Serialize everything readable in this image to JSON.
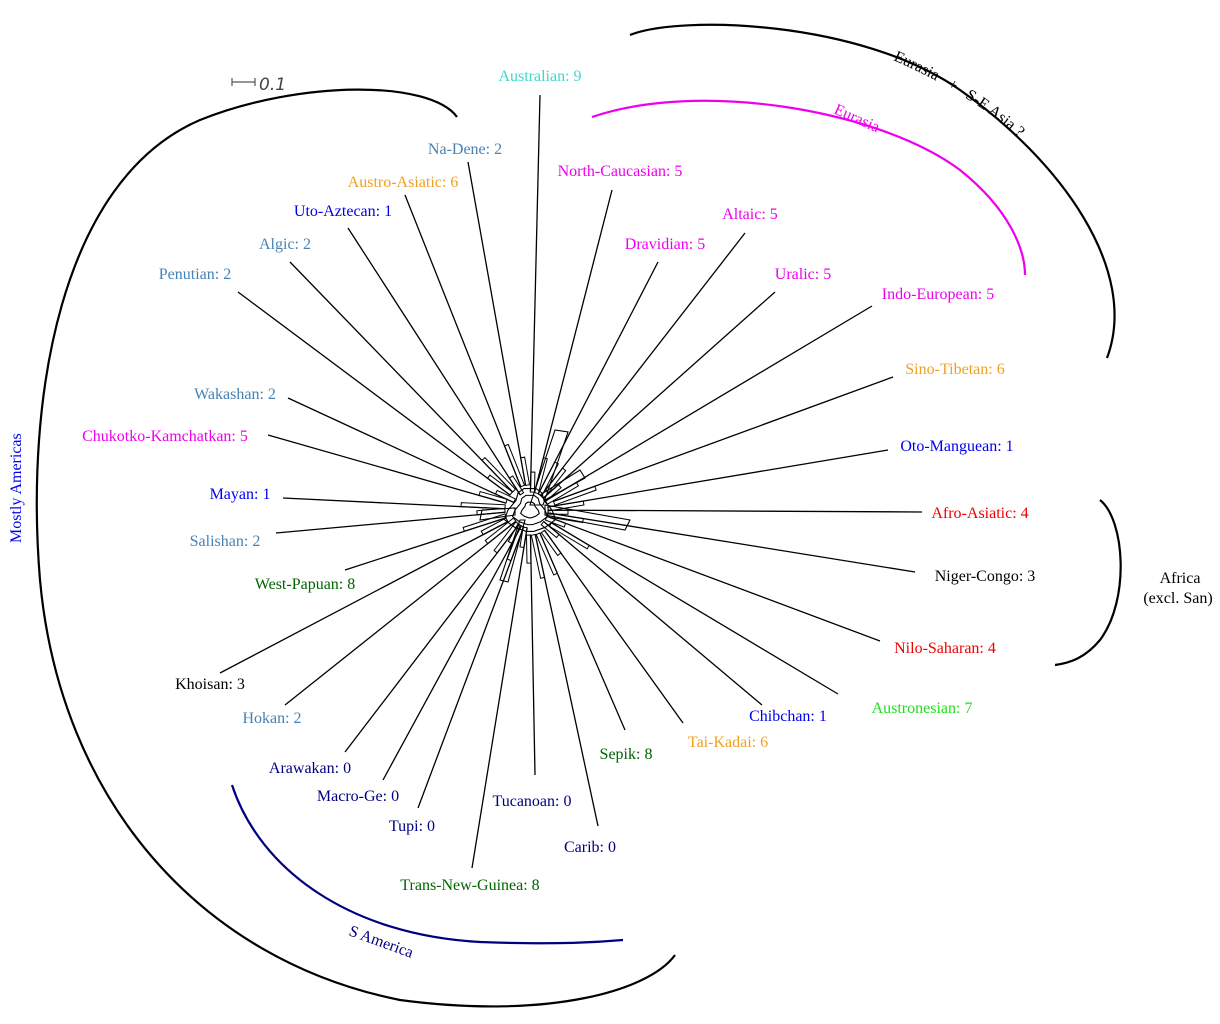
{
  "scale_bar": {
    "label": "0.1"
  },
  "leaves": [
    {
      "label": "Australian: 9",
      "color": "#40D8C8"
    },
    {
      "label": "Na-Dene: 2",
      "color": "#4682B4"
    },
    {
      "label": "North-Caucasian: 5",
      "color": "#EE00EE"
    },
    {
      "label": "Austro-Asiatic: 6",
      "color": "#F0A020"
    },
    {
      "label": "Uto-Aztecan: 1",
      "color": "#0000EE"
    },
    {
      "label": "Altaic: 5",
      "color": "#EE00EE"
    },
    {
      "label": "Dravidian: 5",
      "color": "#EE00EE"
    },
    {
      "label": "Algic: 2",
      "color": "#4682B4"
    },
    {
      "label": "Uralic: 5",
      "color": "#EE00EE"
    },
    {
      "label": "Penutian: 2",
      "color": "#4682B4"
    },
    {
      "label": "Indo-European: 5",
      "color": "#EE00EE"
    },
    {
      "label": "Sino-Tibetan: 6",
      "color": "#F0A020"
    },
    {
      "label": "Wakashan: 2",
      "color": "#4682B4"
    },
    {
      "label": "Chukotko-Kamchatkan: 5",
      "color": "#EE00EE"
    },
    {
      "label": "Oto-Manguean: 1",
      "color": "#0000EE"
    },
    {
      "label": "Mayan: 1",
      "color": "#0000EE"
    },
    {
      "label": "Afro-Asiatic: 4",
      "color": "#EE0000"
    },
    {
      "label": "Salishan: 2",
      "color": "#4682B4"
    },
    {
      "label": "Niger-Congo: 3",
      "color": "#000000"
    },
    {
      "label": "West-Papuan: 8",
      "color": "#006400"
    },
    {
      "label": "Nilo-Saharan: 4",
      "color": "#EE0000"
    },
    {
      "label": "Khoisan: 3",
      "color": "#000000"
    },
    {
      "label": "Hokan: 2",
      "color": "#4682B4"
    },
    {
      "label": "Austronesian: 7",
      "color": "#22DD22"
    },
    {
      "label": "Chibchan: 1",
      "color": "#0000EE"
    },
    {
      "label": "Tai-Kadai: 6",
      "color": "#F0A020"
    },
    {
      "label": "Arawakan: 0",
      "color": "#000080"
    },
    {
      "label": "Sepik: 8",
      "color": "#006400"
    },
    {
      "label": "Macro-Ge: 0",
      "color": "#000080"
    },
    {
      "label": "Tucanoan: 0",
      "color": "#000080"
    },
    {
      "label": "Tupi: 0",
      "color": "#000080"
    },
    {
      "label": "Carib: 0",
      "color": "#000080"
    },
    {
      "label": "Trans-New-Guinea: 8",
      "color": "#006400"
    }
  ],
  "groups": {
    "mostly_americas": {
      "label": "Mostly Americas",
      "color": "#0000EE"
    },
    "eurasia": {
      "label": "Eurasia",
      "color": "#EE00EE"
    },
    "eurasia_se_asia": {
      "label": "Eurasia   +   S-E Asia ?",
      "color": "#000000"
    },
    "s_america": {
      "label": "S America",
      "color": "#000080"
    },
    "africa": {
      "label": "Africa",
      "sublabel": "(excl. San)",
      "color": "#000000"
    }
  }
}
